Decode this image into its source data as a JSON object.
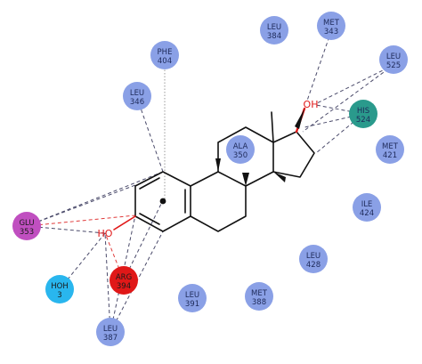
{
  "residues": [
    {
      "id": "phe404",
      "name": "PHE",
      "num": "404",
      "color": "#8aa0e6"
    },
    {
      "id": "leu384",
      "name": "LEU",
      "num": "384",
      "color": "#8aa0e6"
    },
    {
      "id": "met343",
      "name": "MET",
      "num": "343",
      "color": "#8aa0e6"
    },
    {
      "id": "leu525",
      "name": "LEU",
      "num": "525",
      "color": "#8aa0e6"
    },
    {
      "id": "leu346",
      "name": "LEU",
      "num": "346",
      "color": "#8aa0e6"
    },
    {
      "id": "his524",
      "name": "HIS",
      "num": "524",
      "color": "#2a9a8c"
    },
    {
      "id": "ala350",
      "name": "ALA",
      "num": "350",
      "color": "#8aa0e6"
    },
    {
      "id": "met421",
      "name": "MET",
      "num": "421",
      "color": "#8aa0e6"
    },
    {
      "id": "ile424",
      "name": "ILE",
      "num": "424",
      "color": "#8aa0e6"
    },
    {
      "id": "glu353",
      "name": "GLU",
      "num": "353",
      "color": "#c04fc0"
    },
    {
      "id": "leu428",
      "name": "LEU",
      "num": "428",
      "color": "#8aa0e6"
    },
    {
      "id": "hoh3",
      "name": "HOH",
      "num": "3",
      "color": "#29b6ee"
    },
    {
      "id": "arg394",
      "name": "ARG",
      "num": "394",
      "color": "#e01818"
    },
    {
      "id": "leu391",
      "name": "LEU",
      "num": "391",
      "color": "#8aa0e6"
    },
    {
      "id": "met388",
      "name": "MET",
      "num": "388",
      "color": "#8aa0e6"
    },
    {
      "id": "leu387",
      "name": "LEU",
      "num": "387",
      "color": "#8aa0e6"
    }
  ],
  "atoms": {
    "oh_top": "OH",
    "ho_left": "HO"
  },
  "colors": {
    "bond": "#111111",
    "hydroxyl": "#e01818",
    "interaction": "#4a4a6a",
    "hbond": "#e03a3a"
  }
}
